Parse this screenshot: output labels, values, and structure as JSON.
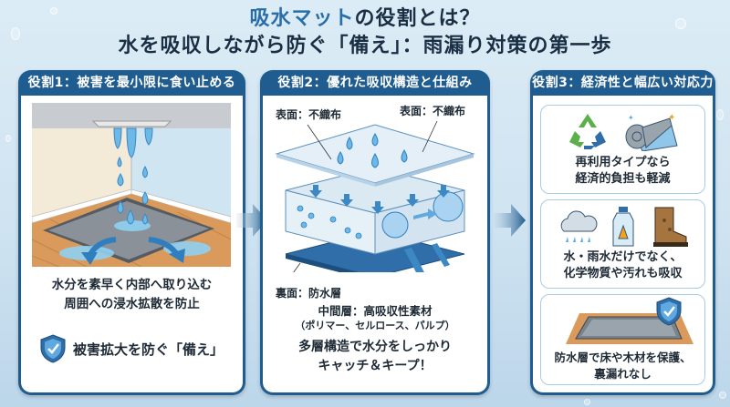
{
  "title": {
    "line1_accent": "吸水マット",
    "line1_rest": "の役割とは？",
    "line2": "水を吸収しながら防ぐ「備え」：雨漏り対策の第一歩"
  },
  "colors": {
    "panel_header": "#1f5c8f",
    "accent_blue": "#2a6ea8",
    "water": "#6cb8e6",
    "wood": "#d99a5c",
    "mat": "#8a9199"
  },
  "panels": [
    {
      "header": "役割1：被害を最小限に食い止める",
      "text_lines": [
        "水分を素早く内部へ取り込む",
        "周囲への浸水拡散を防止"
      ],
      "badge_text": "被害拡大を防ぐ「備え」",
      "badge_icon": "shield-check-icon"
    },
    {
      "header": "役割2：優れた吸収構造と仕組み",
      "labels": {
        "surface_left": "表面：不織布",
        "surface_right": "表面：不織布",
        "back": "裏面：防水層",
        "middle": "中間層：高吸収性素材",
        "middle_detail": "（ポリマー、セルロース、パルプ）"
      },
      "text_lines": [
        "多層構造で水分をしっかり",
        "キャッチ＆キープ！"
      ]
    },
    {
      "header": "役割3：経済性と幅広い対応力",
      "cards": [
        {
          "icons": [
            "recycle-icon",
            "rolled-mat-icon"
          ],
          "text_lines": [
            "再利用タイプなら",
            "経済的負担も軽減"
          ]
        },
        {
          "icons": [
            "rain-cloud-icon",
            "chemical-bottle-icon",
            "boot-icon"
          ],
          "text_lines": [
            "水・雨水だけでなく、",
            "化学物質や汚れも吸収"
          ]
        },
        {
          "icons": [
            "mat-on-floor-icon",
            "shield-check-icon"
          ],
          "text_lines": [
            "防水層で床や木材を保護、",
            "裏漏れなし"
          ]
        }
      ]
    }
  ]
}
